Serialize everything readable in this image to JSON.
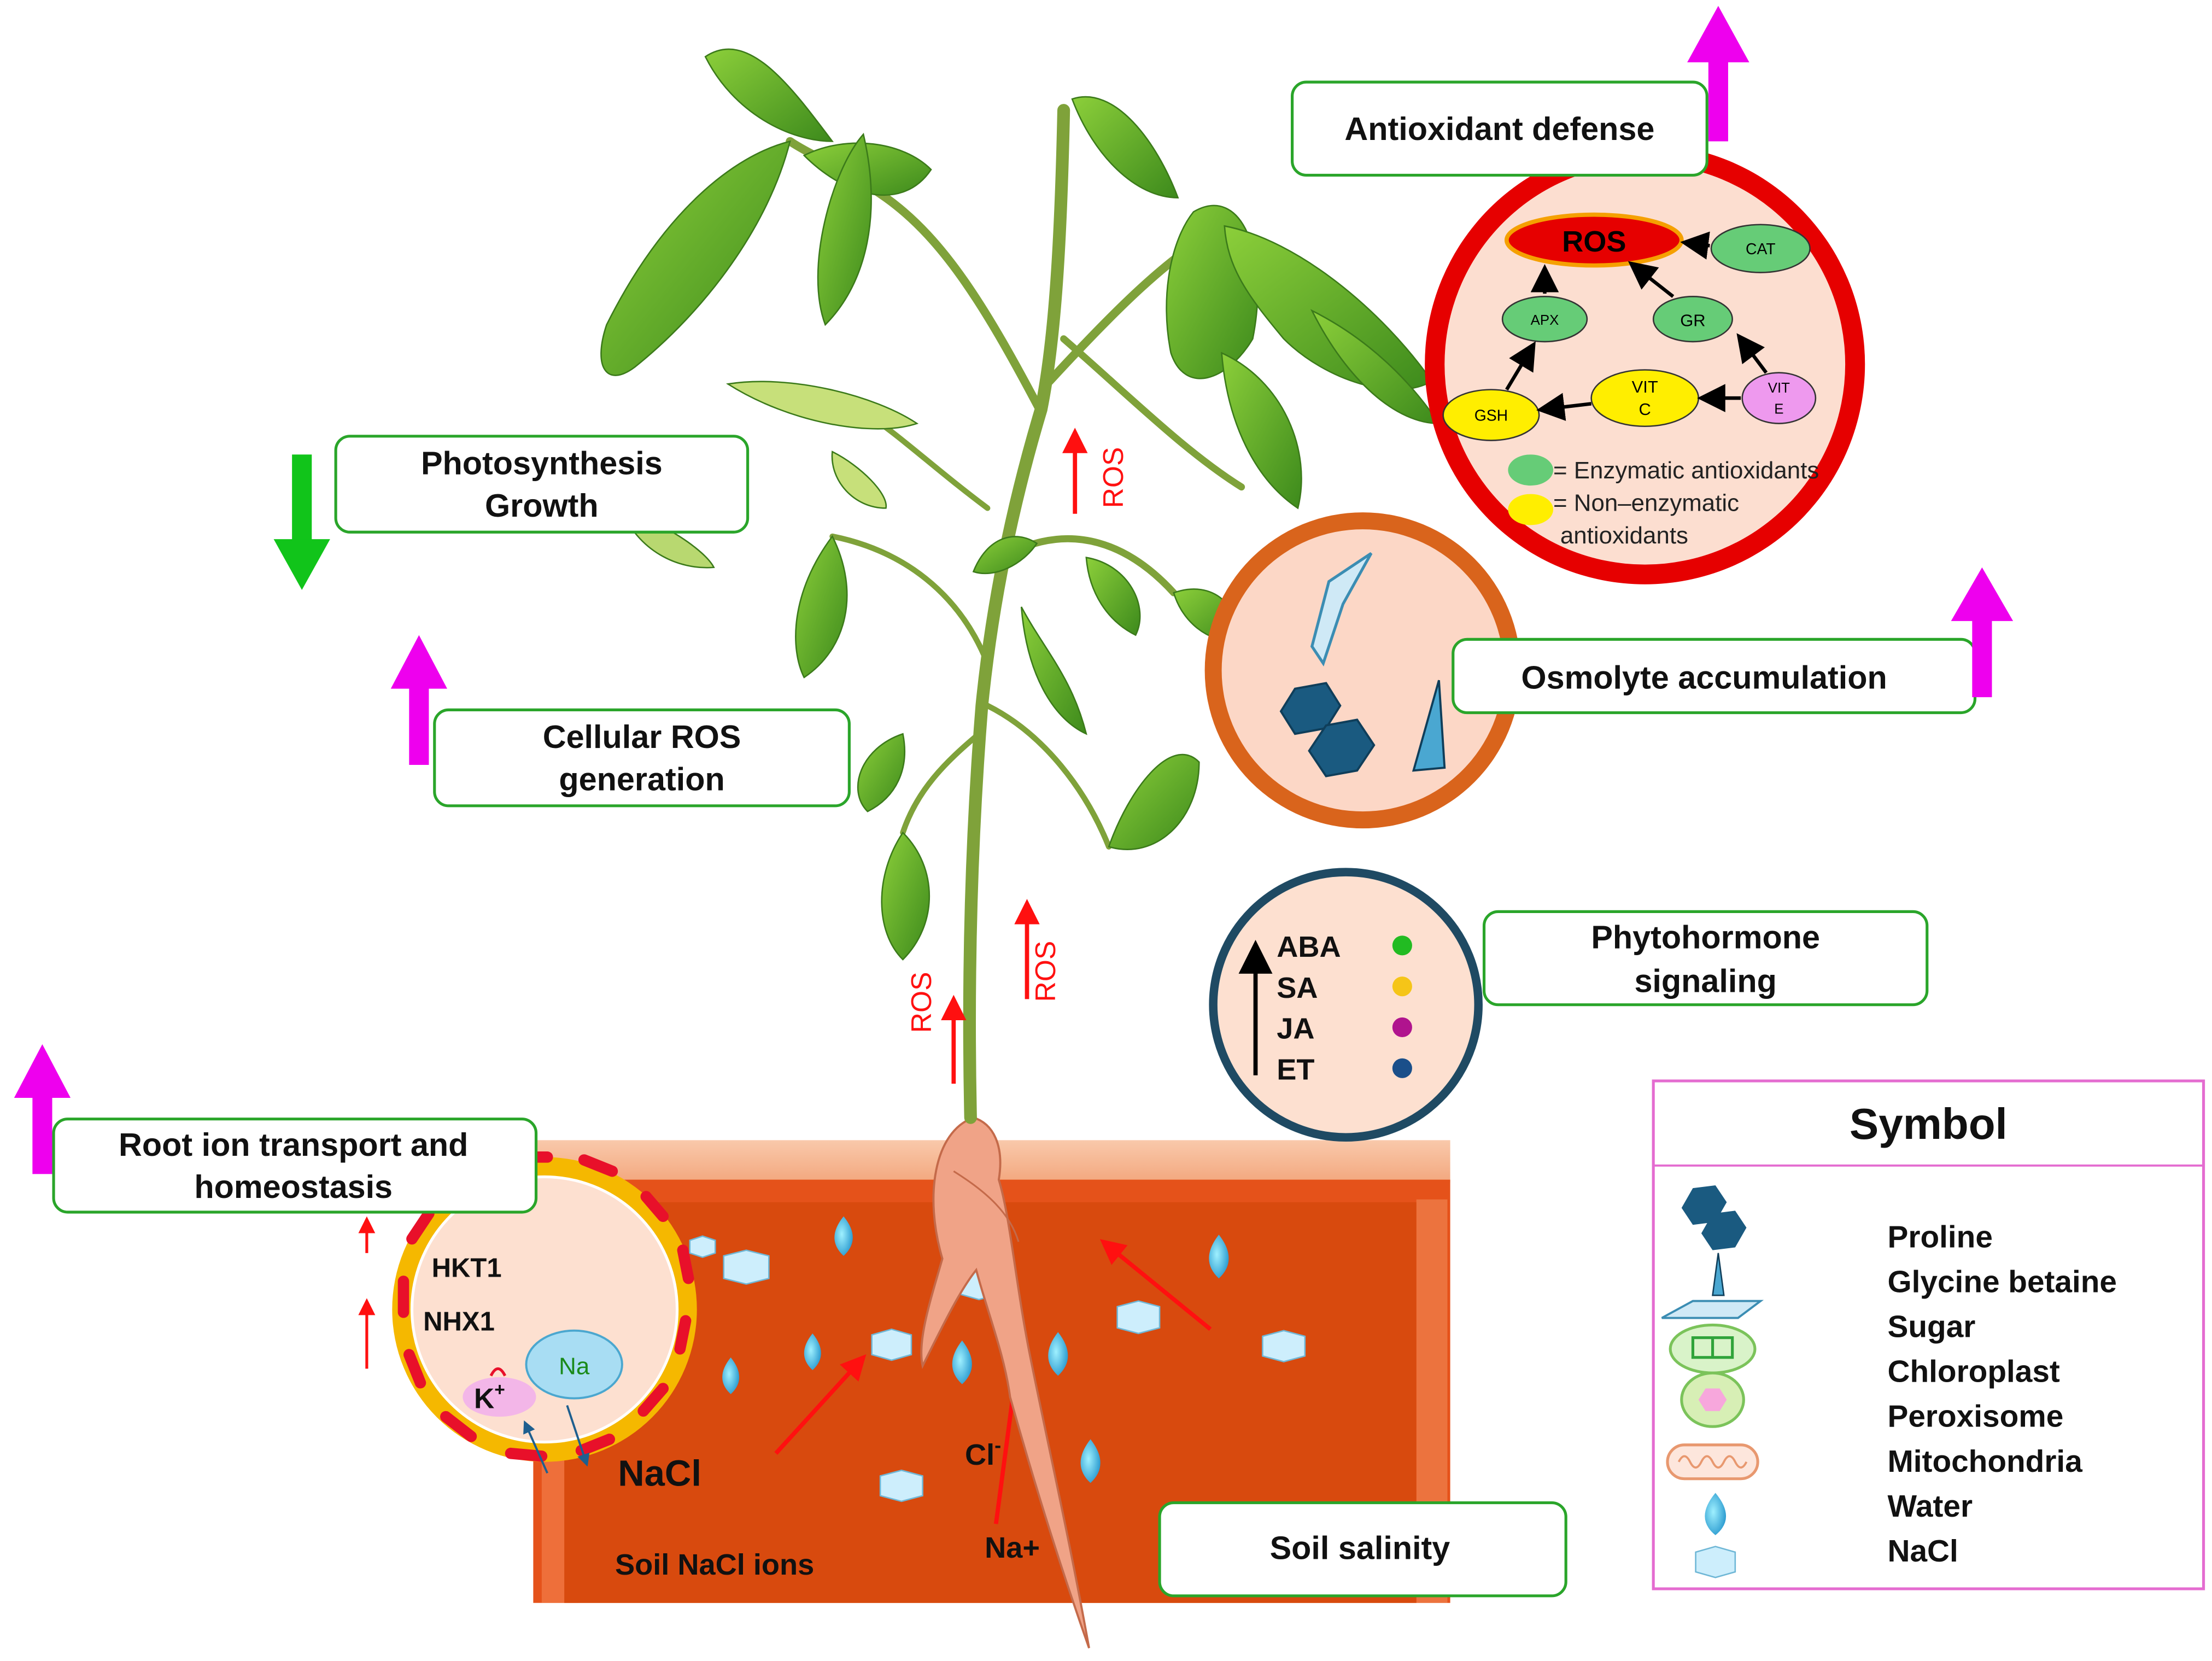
{
  "labels": {
    "photosynthesis_line1": "Photosynthesis",
    "photosynthesis_line2": "Growth",
    "cellular_ros_line1": "Cellular ROS",
    "cellular_ros_line2": "generation",
    "antioxidant_defense": "Antioxidant defense",
    "osmolyte_accumulation": "Osmolyte accumulation",
    "phytohormone_line1": "Phytohormone",
    "phytohormone_line2": "signaling",
    "root_ion_line1": "Root ion transport and",
    "root_ion_line2": "homeostasis",
    "soil_salinity": "Soil salinity"
  },
  "ros_markers": {
    "stem_ros": "ROS",
    "lower_ros_left": "ROS",
    "lower_ros_right": "ROS"
  },
  "antioxidant_network": {
    "ros": "ROS",
    "cat": "CAT",
    "apx": "APX",
    "gr": "GR",
    "gsh": "GSH",
    "vitc_line1": "VIT",
    "vitc_line2": "C",
    "vite_line1": "VIT",
    "vite_line2": "E",
    "legend_enzymatic": "= Enzymatic antioxidants",
    "legend_nonenzymatic_line1": "= Non–enzymatic",
    "legend_nonenzymatic_line2": "antioxidants",
    "colors": {
      "enzymatic": "#66cc77",
      "non_enzymatic": "#ffee00",
      "ros": "#e60000"
    }
  },
  "phytohormones": {
    "items": [
      {
        "name": "ABA",
        "color": "#22bb22"
      },
      {
        "name": "SA",
        "color": "#f5c518"
      },
      {
        "name": "JA",
        "color": "#b0148e"
      },
      {
        "name": "ET",
        "color": "#1a4f8a"
      }
    ]
  },
  "root_cell": {
    "hkt1": "HKT1",
    "nhx1": "NHX1",
    "na": "Na",
    "k": "K",
    "k_sup": "+"
  },
  "soil": {
    "nacl": "NaCl",
    "cl": "Cl",
    "cl_sup": "-",
    "na_plus": "Na+",
    "soil_nacl_ions": "Soil NaCl ions"
  },
  "symbol_legend": {
    "title": "Symbol",
    "items": [
      "Proline",
      "Glycine betaine",
      "Sugar",
      "Chloroplast",
      "Peroxisome",
      "Mitochondria",
      "Water",
      "NaCl"
    ]
  },
  "colors": {
    "increase_arrow": "#ee00ee",
    "decrease_arrow": "#11c41a",
    "label_border": "#2aa52a",
    "ros_red": "#e60000"
  }
}
